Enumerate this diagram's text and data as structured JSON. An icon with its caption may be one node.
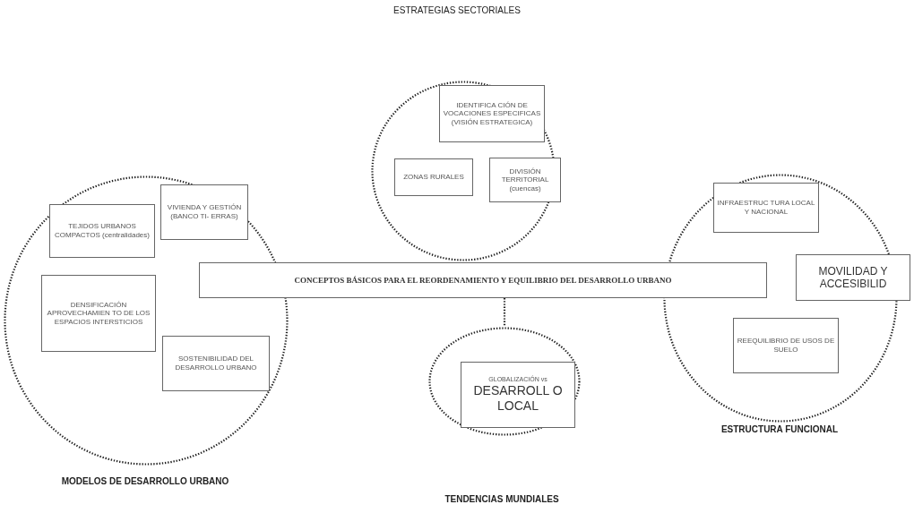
{
  "diagram": {
    "title": "ESTRATEGIAS SECTORIALES",
    "nodes": [
      {
        "text": [],
        "shape": "circle"
      },
      {
        "text": [
          "IDENTIFICA CIÓN DE VOCACIONES ESPECIFICAS (VISIÓN ESTRATEGICA)"
        ],
        "in": 0
      },
      {
        "text": [
          "ZONAS RURALES"
        ],
        "in": 0
      },
      {
        "text": [
          "DIVISIÓN TERRITORIAL (cuencas)"
        ],
        "in": 0
      },
      {
        "text": [],
        "shape": "circle",
        "beside": [
          "MODELOS DE DESARROLLO URBANO"
        ]
      },
      {
        "text": [
          "TEJIDOS URBANOS COMPACTOS (centralidades)"
        ],
        "in": 4
      },
      {
        "text": [
          "VIVIENDA Y GESTIÓN (BANCO TI- ERRAS)"
        ],
        "in": 4
      },
      {
        "text": [
          "DENSIFICACIÓN APROVECHAMIEN TO DE LOS ESPACIOS INTERSTICIOS"
        ],
        "in": 4
      },
      {
        "text": [
          "SOSTENIBILIDAD DEL DESARROLLO URBANO"
        ],
        "in": 4
      },
      {
        "text": [
          "CONCEPTOS BÁSICOS PARA EL REORDENAMIENTO Y EQUILIBRIO DEL DESARROLLO URBANO"
        ]
      },
      {
        "text": [],
        "shape": "circle",
        "beside": [
          "ESTRUCTURA FUNCIONAL"
        ]
      },
      {
        "text": [
          "INFRAESTRUC TURA LOCAL Y NACIONAL"
        ],
        "in": 10
      },
      {
        "text": [
          "MOVILIDAD Y ACCESIBILID"
        ]
      },
      {
        "text": [
          "REEQUILIBRIO DE USOS DE SUELO"
        ],
        "in": 10
      },
      {
        "text": [],
        "shape": "circle"
      },
      {
        "text": [
          "GLOBALIZACIÓN vs",
          "DESARROLL O LOCAL"
        ],
        "in": 14
      }
    ],
    "edges": [
      {
        "from": 9,
        "to": 14,
        "arrow": "none",
        "style": "dashed"
      }
    ],
    "labels": [
      "TENDENCIAS MUNDIALES"
    ]
  }
}
